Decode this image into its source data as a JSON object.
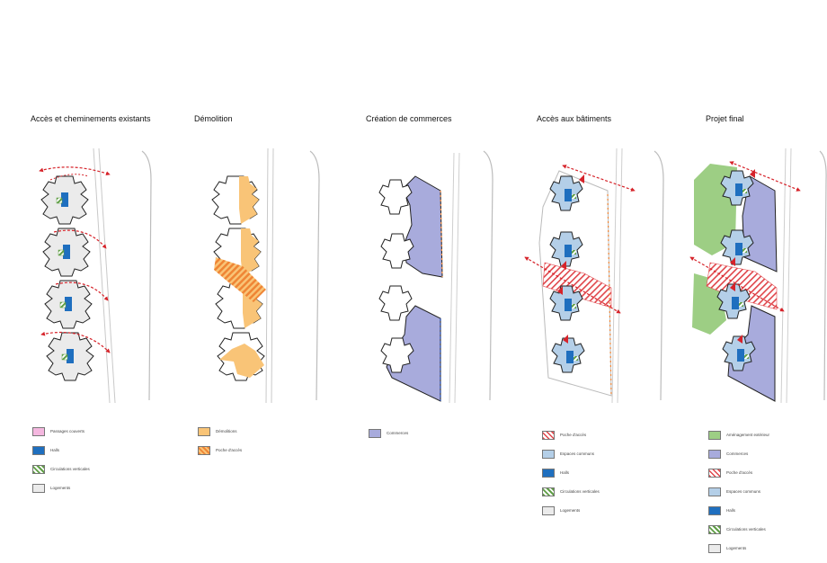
{
  "colors": {
    "logement": "#ebebeb",
    "hall": "#1f6fbf",
    "circulation": "#5f9e45",
    "passage": "#f4b7df",
    "demolition": "#f9c477",
    "poche": "#ef8535",
    "commerce": "#a8abdc",
    "espace_commun": "#b4cfe8",
    "amenagement": "#9dce84",
    "acces_arrow": "#d6232a"
  },
  "panels": [
    {
      "title": "Accès et cheminements existants",
      "legend": [
        {
          "swatch": "passage",
          "label": "Passages couverts"
        },
        {
          "swatch": "hall",
          "label": "Halls"
        },
        {
          "swatch": "circulation",
          "label": "Circulations verticales"
        },
        {
          "swatch": "logement",
          "label": "Logements"
        }
      ]
    },
    {
      "title": "Démolition",
      "legend": [
        {
          "swatch": "demolition",
          "label": "Démolitions"
        },
        {
          "swatch": "poche_orange",
          "label": "Poche d'accès"
        }
      ]
    },
    {
      "title": "Création de commerces",
      "legend": [
        {
          "swatch": "commerce",
          "label": "Commerces"
        }
      ]
    },
    {
      "title": "Accès aux bâtiments",
      "legend": [
        {
          "swatch": "poche_red",
          "label": "Poche d'accès"
        },
        {
          "swatch": "espace_commun",
          "label": "Espaces communs"
        },
        {
          "swatch": "hall",
          "label": "Halls"
        },
        {
          "swatch": "circulation",
          "label": "Circulations verticales"
        },
        {
          "swatch": "logement",
          "label": "Logements"
        }
      ]
    },
    {
      "title": "Projet final",
      "legend": [
        {
          "swatch": "amenagement",
          "label": "Aménagement extérieur"
        },
        {
          "swatch": "commerce",
          "label": "Commerces"
        },
        {
          "swatch": "poche_red",
          "label": "Poche d'accès"
        },
        {
          "swatch": "espace_commun",
          "label": "Espaces communs"
        },
        {
          "swatch": "hall",
          "label": "Halls"
        },
        {
          "swatch": "circulation",
          "label": "Circulations verticales"
        },
        {
          "swatch": "logement",
          "label": "Logements"
        }
      ]
    }
  ]
}
